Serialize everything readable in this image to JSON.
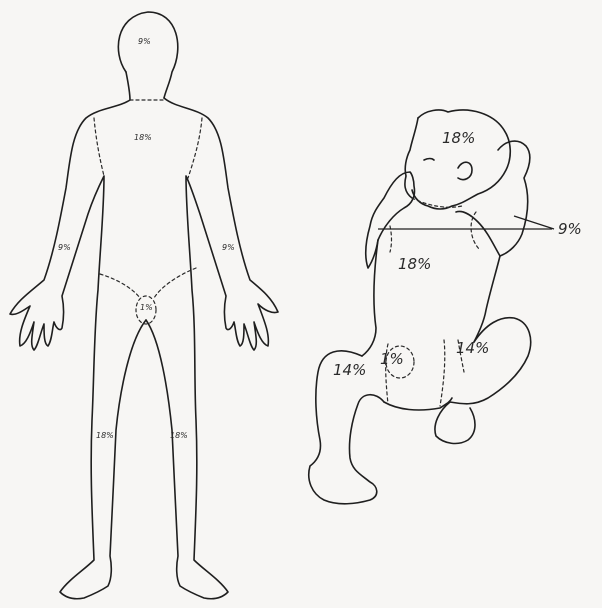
{
  "adult": {
    "head": "9%",
    "trunk": "18%",
    "arm_right": "9%",
    "arm_left": "9%",
    "perineum": "1%",
    "leg_right": "18%",
    "leg_left": "18%"
  },
  "infant": {
    "head": "18%",
    "arms": "9%",
    "trunk": "18%",
    "perineum": "1%",
    "leg_left": "14%",
    "leg_right": "14%"
  }
}
